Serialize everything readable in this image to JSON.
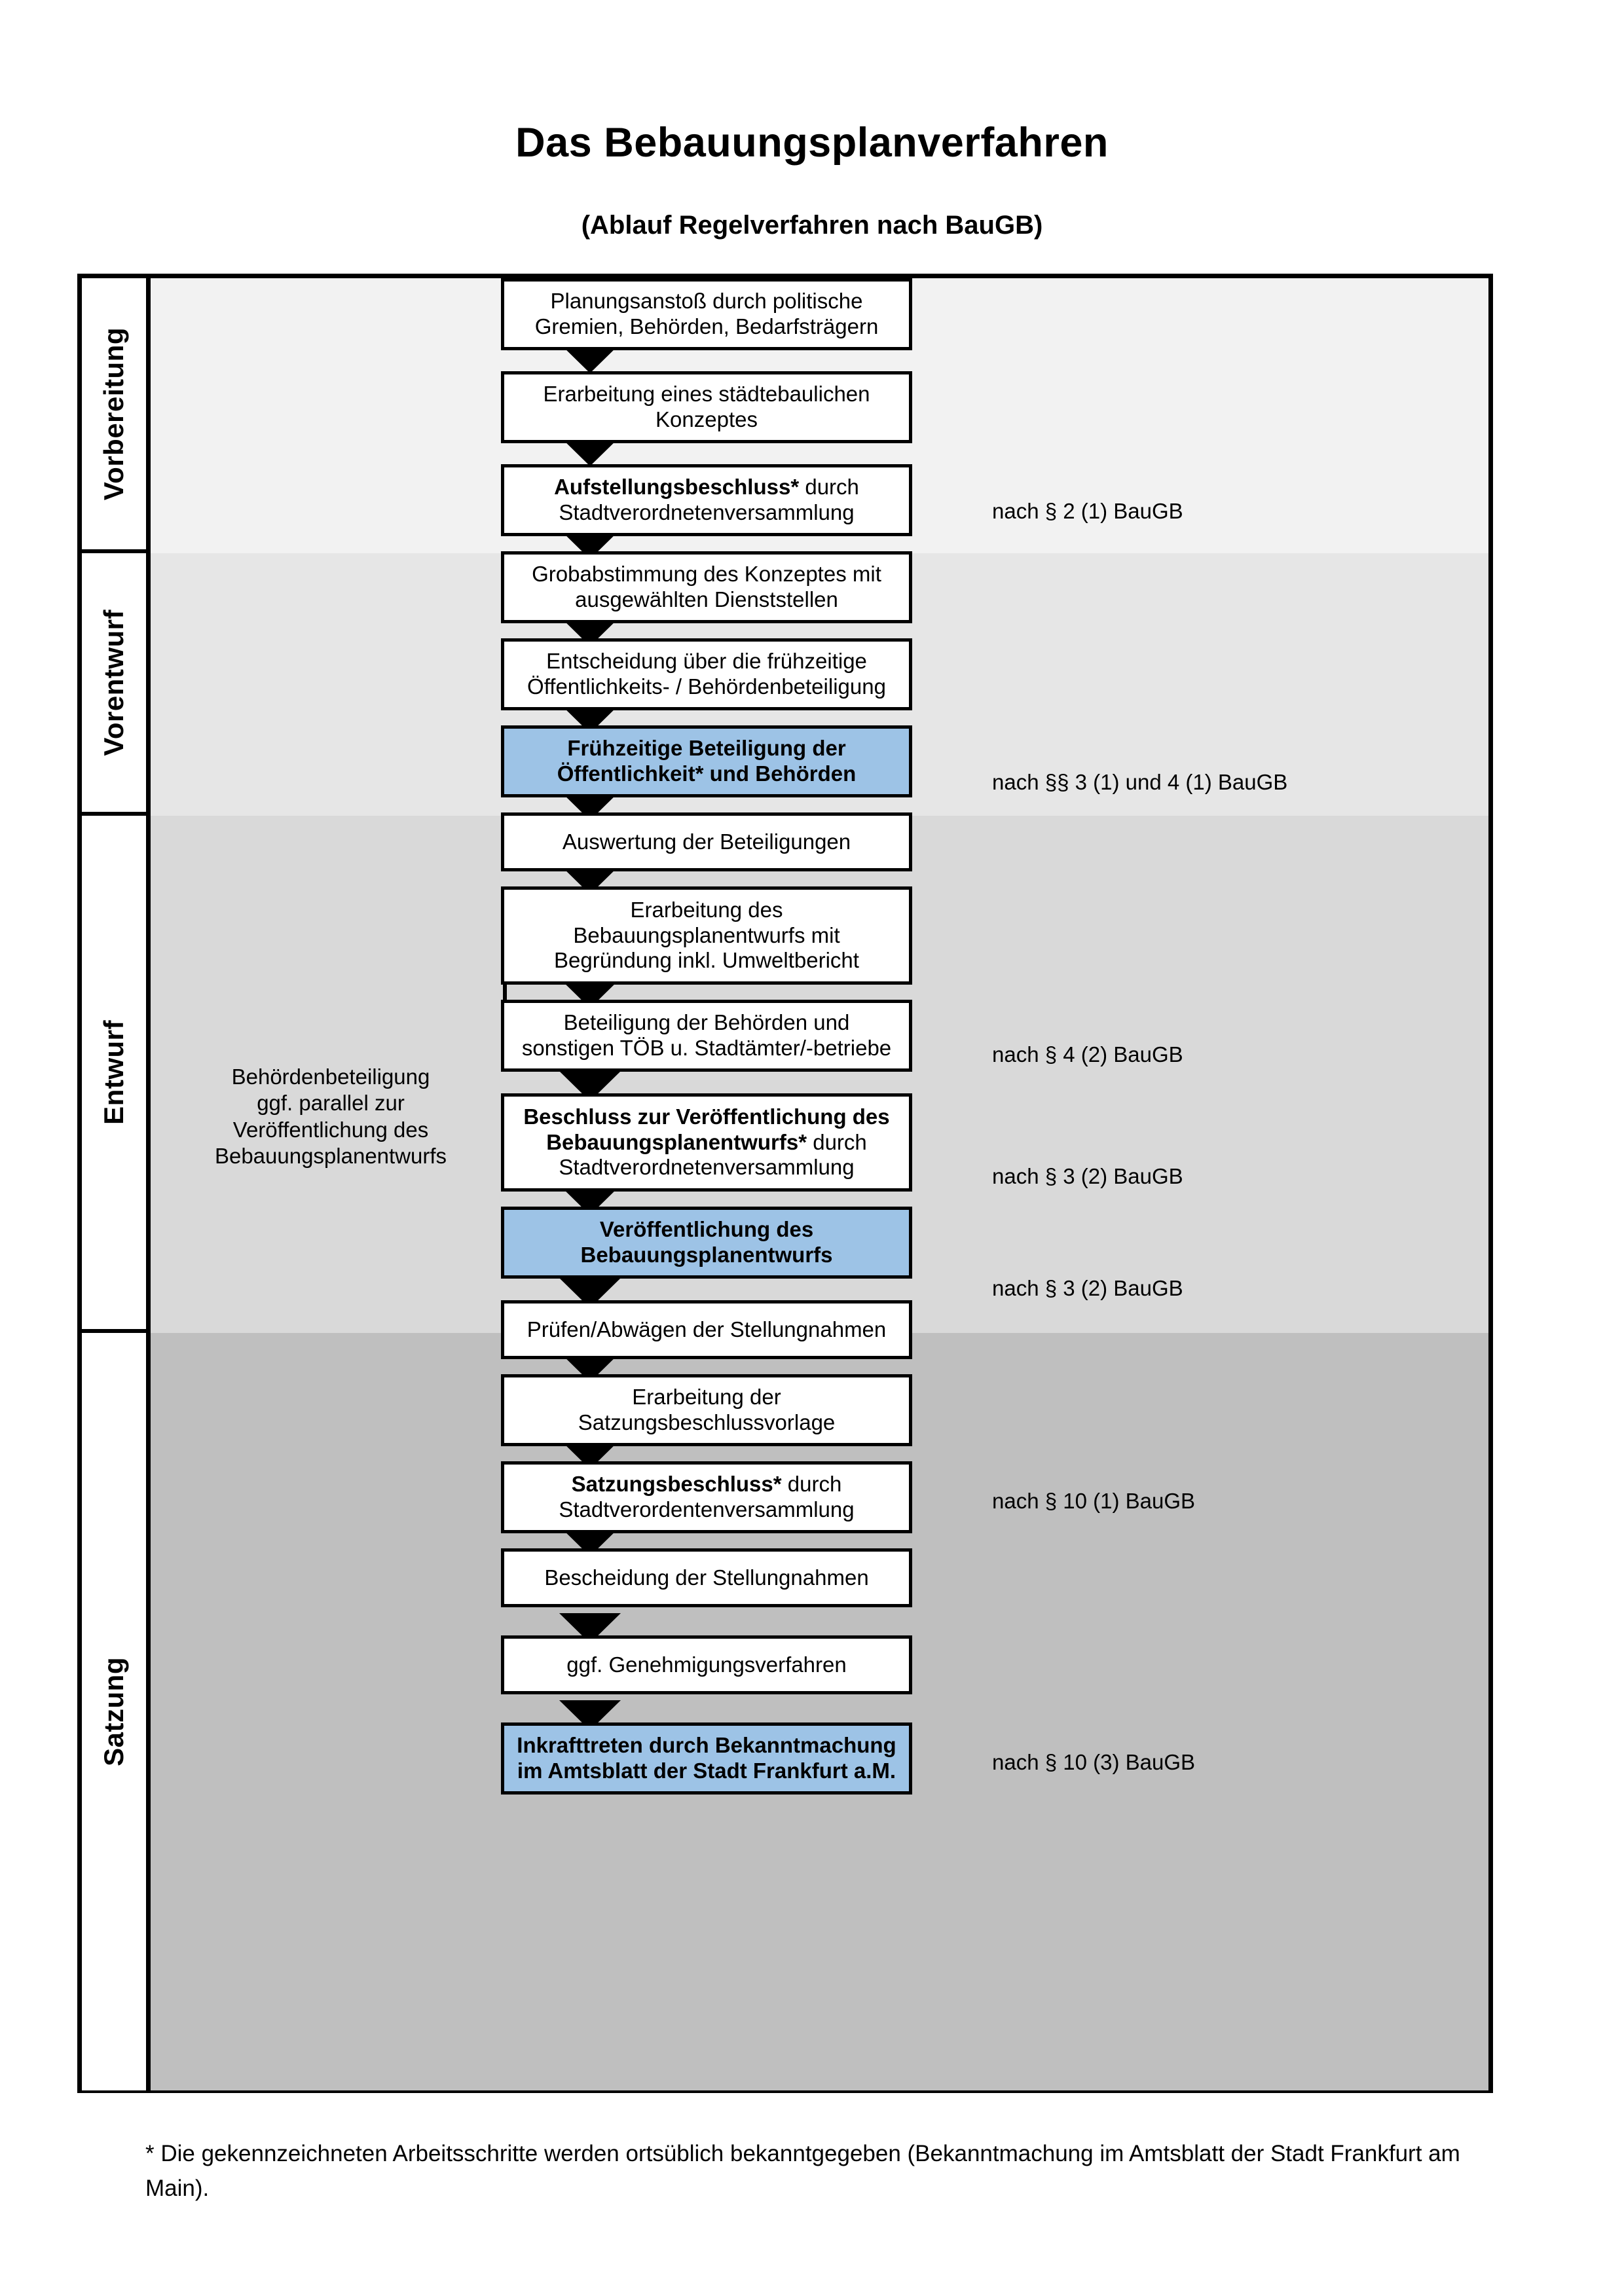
{
  "header": {
    "title": "Das Bebauungsplanverfahren",
    "subtitle": "(Ablauf Regelverfahren nach BauGB)"
  },
  "colors": {
    "highlight_blue": "#9DC3E6",
    "band_vorbereitung": "#F2F2F2",
    "band_vorentwurf": "#E6E6E6",
    "band_entwurf": "#D9D9D9",
    "band_satzung": "#BFBFBF",
    "outline": "#000000"
  },
  "phases": [
    {
      "label": "Vorbereitung"
    },
    {
      "label": "Vorentwurf"
    },
    {
      "label": "Entwurf"
    },
    {
      "label": "Satzung"
    }
  ],
  "side_note": "Behördenbeteiligung\nggf. parallel zur\nVeröffentlichung des\nBebauungsplanentwurfs",
  "side_note_lines": [
    "Behördenbeteiligung",
    "ggf. parallel zur",
    "Veröffentlichung des",
    "Bebauungsplanentwurfs"
  ],
  "steps": [
    {
      "id": "planungsanstoss",
      "phase": "Vorbereitung",
      "highlighted": false,
      "lines": [
        "Planungsanstoß durch politische",
        "Gremien, Behörden, Bedarfsträgern"
      ],
      "bold_prefix": ""
    },
    {
      "id": "staedtebauliches-konzept",
      "phase": "Vorbereitung",
      "highlighted": false,
      "lines": [
        "Erarbeitung eines städtebaulichen",
        "Konzeptes"
      ],
      "bold_prefix": ""
    },
    {
      "id": "aufstellungsbeschluss",
      "phase": "Vorbereitung",
      "highlighted": false,
      "lines": [
        "Aufstellungsbeschluss* durch",
        "Stadtverordnetenversammlung"
      ],
      "bold_prefix": "Aufstellungsbeschluss*"
    },
    {
      "id": "grobabstimmung",
      "phase": "Vorentwurf",
      "highlighted": false,
      "lines": [
        "Grobabstimmung des Konzeptes mit",
        "ausgewählten Dienststellen"
      ],
      "bold_prefix": ""
    },
    {
      "id": "entscheidung-fruehzeitige-beteiligung",
      "phase": "Vorentwurf",
      "highlighted": false,
      "lines": [
        "Entscheidung über die frühzeitige",
        "Öffentlichkeits- / Behördenbeteiligung"
      ],
      "bold_prefix": ""
    },
    {
      "id": "fruehzeitige-beteiligung",
      "phase": "Vorentwurf",
      "highlighted": true,
      "lines": [
        "Frühzeitige Beteiligung der",
        "Öffentlichkeit* und Behörden"
      ],
      "bold_prefix": ""
    },
    {
      "id": "auswertung-beteiligungen",
      "phase": "Entwurf",
      "highlighted": false,
      "lines": [
        "Auswertung der Beteiligungen"
      ],
      "bold_prefix": ""
    },
    {
      "id": "erarbeitung-bebauungsplanentwurf",
      "phase": "Entwurf",
      "highlighted": false,
      "lines": [
        "Erarbeitung des",
        "Bebauungsplanentwurfs mit",
        "Begründung inkl. Umweltbericht"
      ],
      "bold_prefix": ""
    },
    {
      "id": "beteiligung-behoerden-toeb",
      "phase": "Entwurf",
      "highlighted": false,
      "lines": [
        "Beteiligung der Behörden und",
        "sonstigen TÖB u. Stadtämter/-betriebe"
      ],
      "bold_prefix": ""
    },
    {
      "id": "beschluss-veroeffentlichung",
      "phase": "Entwurf",
      "highlighted": false,
      "lines": [
        "Beschluss zur Veröffentlichung des",
        "Bebauungsplanentwurfs* durch",
        "Stadtverordnetenversammlung"
      ],
      "bold_prefix": "Beschluss zur Veröffentlichung des Bebauungsplanentwurfs*"
    },
    {
      "id": "veroeffentlichung-entwurf",
      "phase": "Entwurf",
      "highlighted": true,
      "lines": [
        "Veröffentlichung des",
        "Bebauungsplanentwurfs"
      ],
      "bold_prefix": ""
    },
    {
      "id": "pruefen-abwaegen",
      "phase": "Satzung",
      "highlighted": false,
      "lines": [
        "Prüfen/Abwägen der Stellungnahmen"
      ],
      "bold_prefix": ""
    },
    {
      "id": "erarbeitung-satzungsvorlage",
      "phase": "Satzung",
      "highlighted": false,
      "lines": [
        "Erarbeitung der",
        "Satzungsbeschlussvorlage"
      ],
      "bold_prefix": ""
    },
    {
      "id": "satzungsbeschluss",
      "phase": "Satzung",
      "highlighted": false,
      "lines": [
        "Satzungsbeschluss* durch",
        "Stadtverordentenversammlung"
      ],
      "bold_prefix": "Satzungsbeschluss*"
    },
    {
      "id": "bescheidung-stellungnahmen",
      "phase": "Satzung",
      "highlighted": false,
      "lines": [
        "Bescheidung der Stellungnahmen"
      ],
      "bold_prefix": ""
    },
    {
      "id": "genehmigungsverfahren",
      "phase": "Satzung",
      "highlighted": false,
      "lines": [
        "ggf. Genehmigungsverfahren"
      ],
      "bold_prefix": ""
    },
    {
      "id": "inkrafttreten",
      "phase": "Satzung",
      "highlighted": true,
      "lines": [
        "Inkrafttreten durch Bekanntmachung",
        "im Amtsblatt der Stadt Frankfurt a.M."
      ],
      "bold_prefix": "Inkrafttreten"
    }
  ],
  "legal_refs": [
    {
      "id": "ref-par2-1",
      "text": "nach § 2 (1) BauGB",
      "for_step": "aufstellungsbeschluss"
    },
    {
      "id": "ref-par3-1-4-1",
      "text": "nach §§ 3 (1) und 4 (1) BauGB",
      "for_step": "fruehzeitige-beteiligung"
    },
    {
      "id": "ref-par4-2",
      "text": "nach § 4 (2) BauGB",
      "for_step": "beteiligung-behoerden-toeb"
    },
    {
      "id": "ref-par3-2-a",
      "text": "nach § 3 (2) BauGB",
      "for_step": "beschluss-veroeffentlichung"
    },
    {
      "id": "ref-par3-2-b",
      "text": "nach § 3 (2) BauGB",
      "for_step": "veroeffentlichung-entwurf"
    },
    {
      "id": "ref-par10-1",
      "text": "nach § 10 (1) BauGB",
      "for_step": "satzungsbeschluss"
    },
    {
      "id": "ref-par10-3",
      "text": "nach § 10 (3) BauGB",
      "for_step": "inkrafttreten"
    }
  ],
  "footnote": "* Die gekennzeichneten Arbeitsschritte werden ortsüblich bekanntgegeben (Bekanntmachung im Amtsblatt  der Stadt Frankfurt am Main)."
}
